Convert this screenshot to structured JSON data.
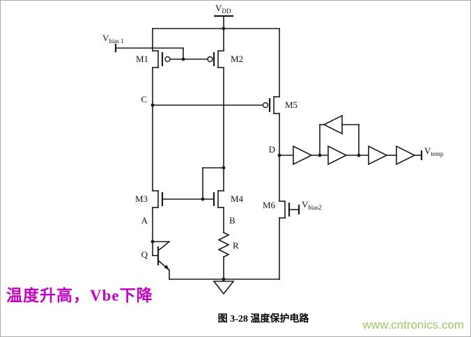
{
  "figure": {
    "note": "温度升高，Vbe下降",
    "caption": "图 3-28 温度保护电路",
    "watermark": "www.cntronics.com"
  },
  "labels": {
    "vdd": {
      "base": "V",
      "sub": "DD"
    },
    "vbias1": {
      "base": "V",
      "sub": "bias 1"
    },
    "vbias2": {
      "base": "V",
      "sub": "bias2"
    },
    "vtemp": {
      "base": "V",
      "sub": "temp"
    },
    "m1": "M1",
    "m2": "M2",
    "m3": "M3",
    "m4": "M4",
    "m5": "M5",
    "m6": "M6",
    "q": "Q",
    "r": "R",
    "a": "A",
    "b": "B",
    "c": "C",
    "d": "D"
  },
  "colors": {
    "wire": "#1a1a1a",
    "note": "#c303c3",
    "caption": "#000000",
    "watermark": "#9bc565",
    "background": "#ffffff"
  }
}
